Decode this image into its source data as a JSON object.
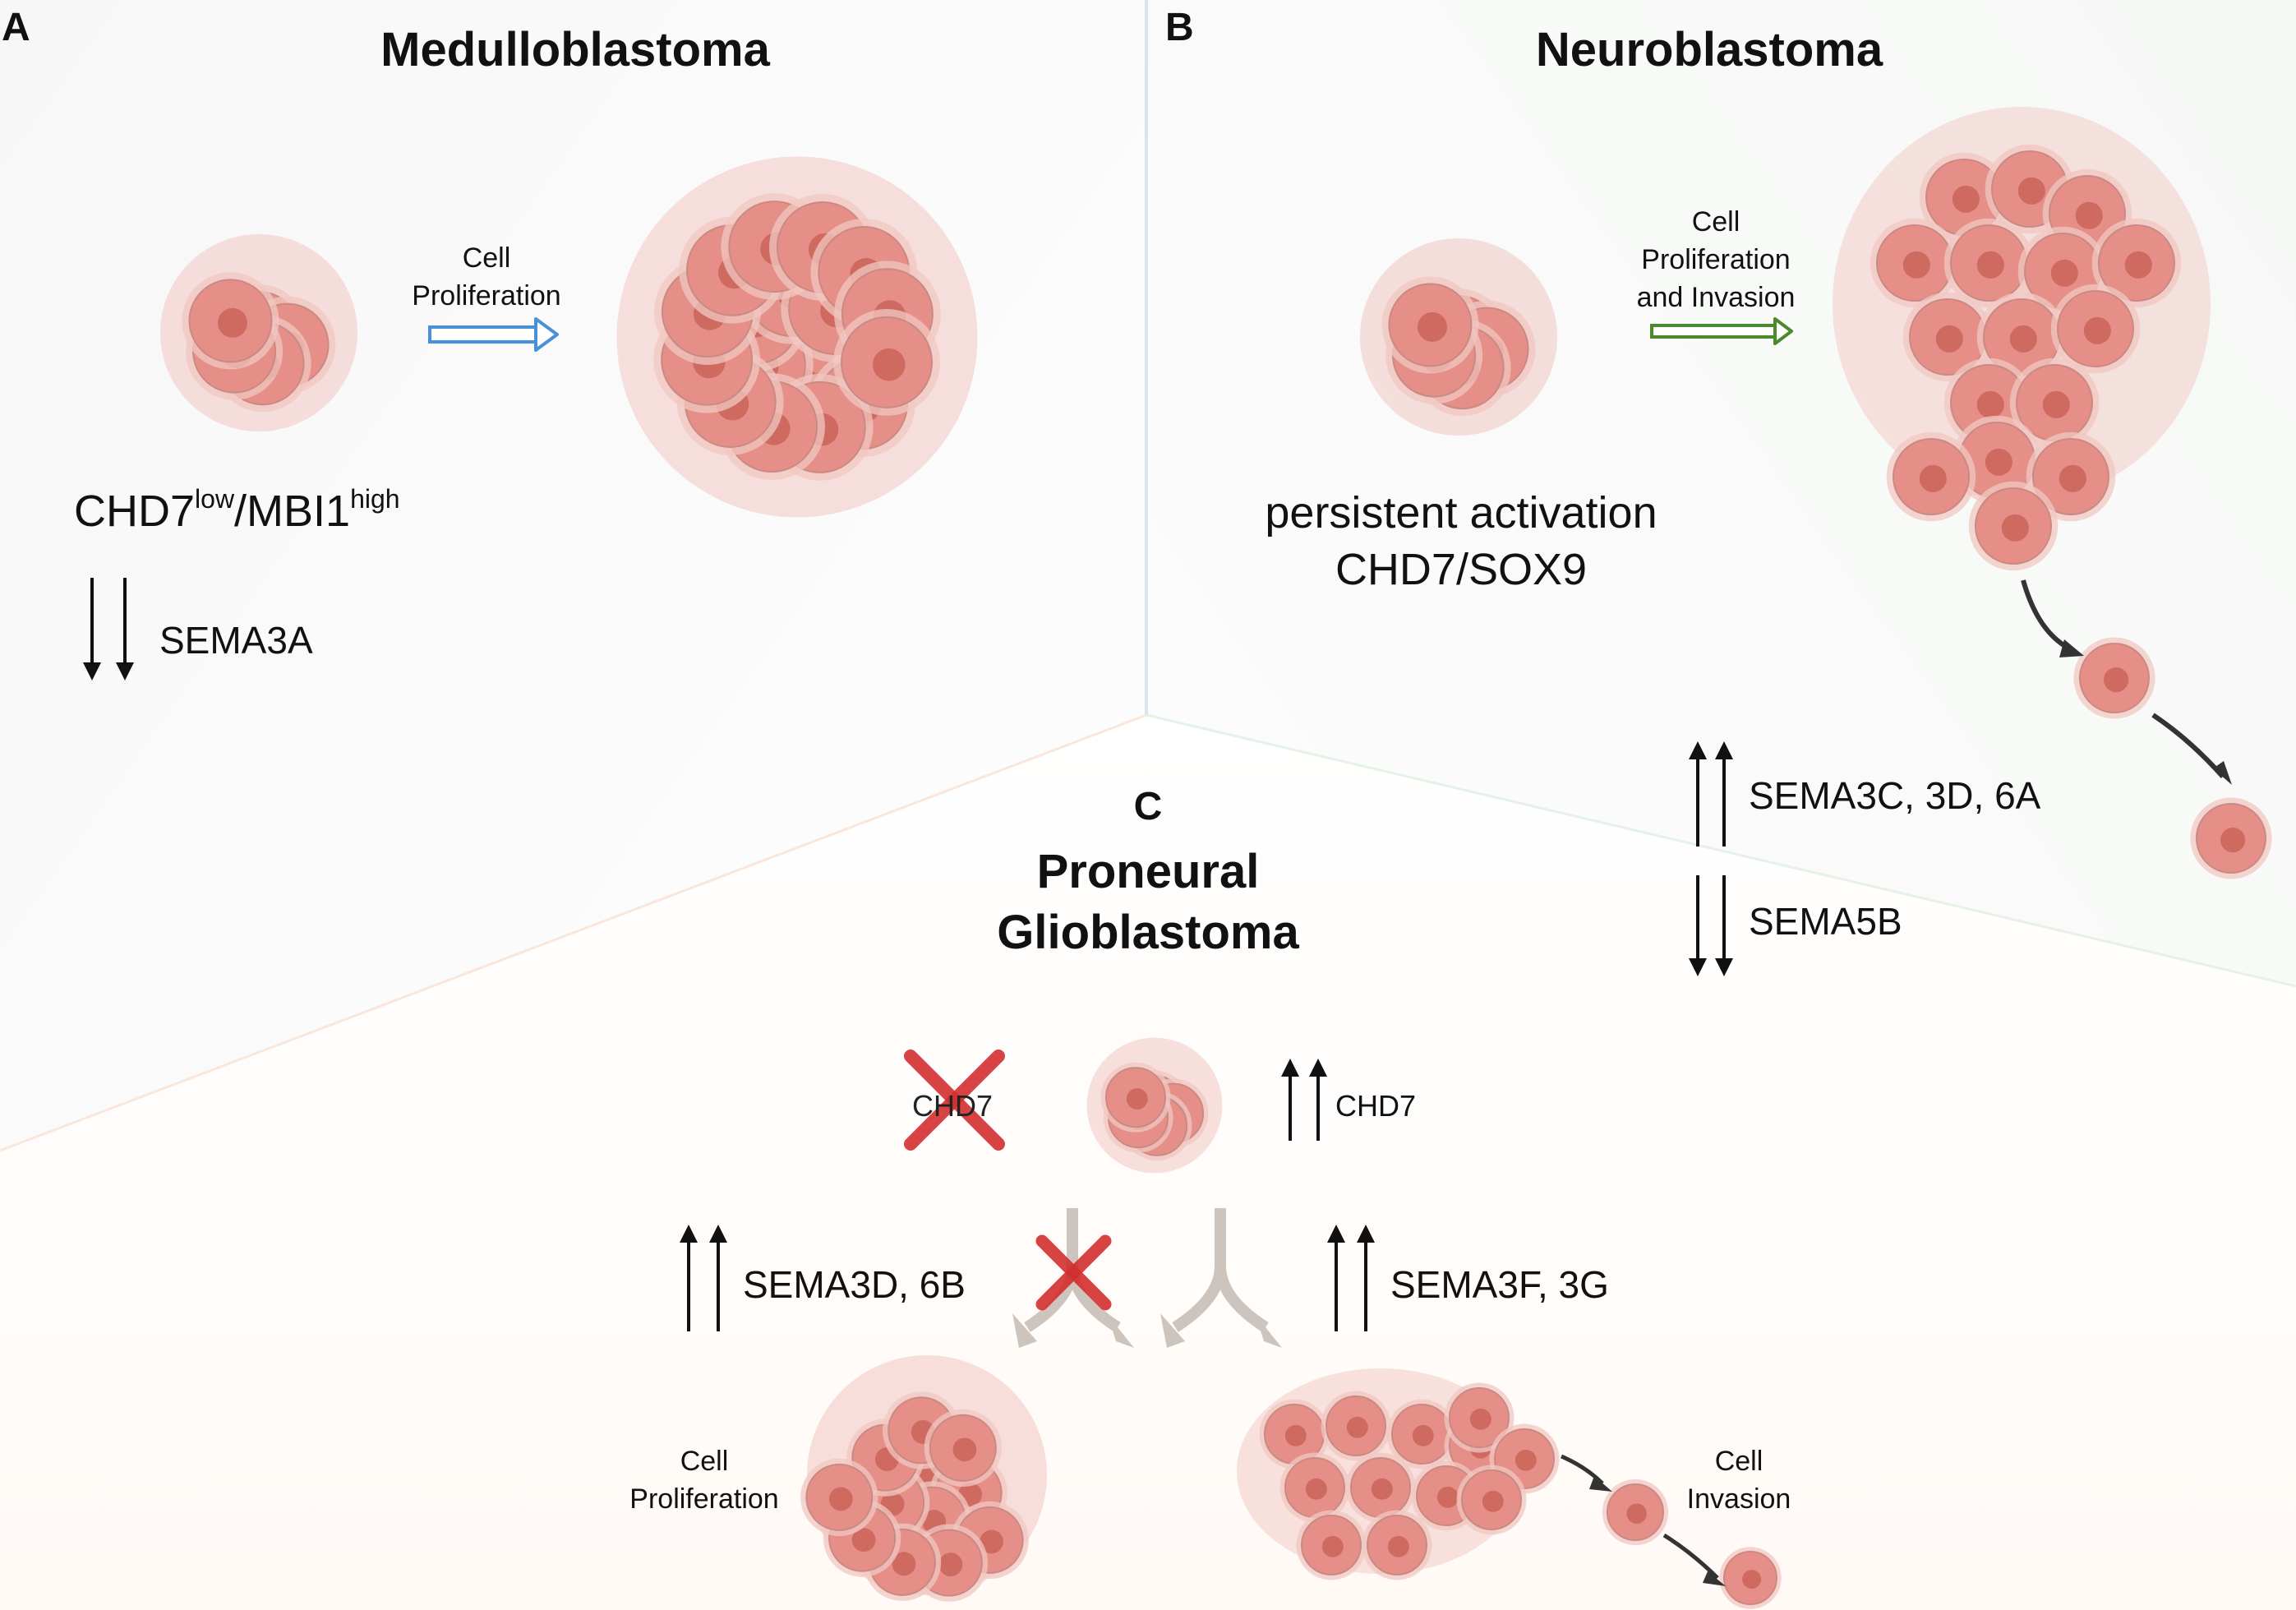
{
  "panels": {
    "a": {
      "letter": "A",
      "title": "Medulloblastoma",
      "arrow_label_line1": "Cell",
      "arrow_label_line2": "Proliferation",
      "marker_base1": "CHD7",
      "marker_sup1": "low",
      "marker_base2": "/MBI1",
      "marker_sup2": "high",
      "down_gene": "SEMA3A"
    },
    "b": {
      "letter": "B",
      "title": "Neuroblastoma",
      "arrow_label_line1": "Cell",
      "arrow_label_line2": "Proliferation",
      "arrow_label_line3": "and Invasion",
      "activation_line1": "persistent activation",
      "activation_line2": "CHD7/SOX9",
      "up_genes": "SEMA3C, 3D, 6A",
      "down_gene": "SEMA5B"
    },
    "c": {
      "letter": "C",
      "title_line1": "Proneural",
      "title_line2": "Glioblastoma",
      "knockout_label": "CHD7",
      "up_label": "CHD7",
      "left_genes": "SEMA3D, 6B",
      "right_genes": "SEMA3F, 3G",
      "left_outcome_line1": "Cell",
      "left_outcome_line2": "Proliferation",
      "right_outcome_line1": "Cell",
      "right_outcome_line2": "Invasion"
    }
  },
  "colors": {
    "cell_outer": "#f1c7c2",
    "cell_body": "#e58f88",
    "cell_nucleus": "#cf6a61",
    "cell_edge": "#c98a83",
    "arrow_blue": "#4a90d9",
    "arrow_green": "#4a8a2a",
    "cross_red": "#d32f2f",
    "split_arrow_gray": "#bdb2aa"
  }
}
